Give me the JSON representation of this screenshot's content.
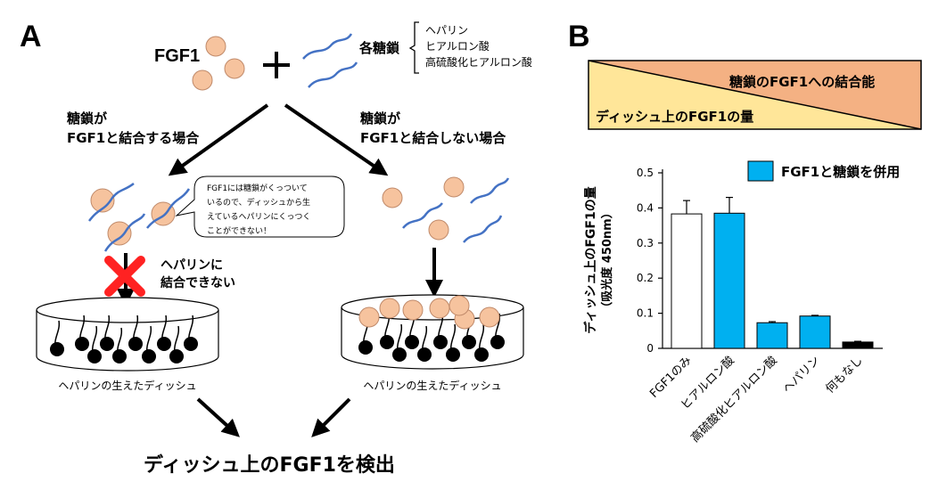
{
  "panel_a": {
    "label": "A",
    "fgf1": "FGF1",
    "plus": "+",
    "sugar_label": "各糖鎖",
    "sugar_types": [
      "ヘパリン",
      "ヒアルロン酸",
      "高硫酸化ヒアルロン酸"
    ],
    "left_case": [
      "糖鎖が",
      "FGF1と結合する場合"
    ],
    "right_case": [
      "糖鎖が",
      "FGF1と結合しない場合"
    ],
    "speech": [
      "FGF1には糖鎖がくっついて",
      "いるので、ディッシュから生",
      "えているヘパリンにくっつく",
      "ことができない！"
    ],
    "cannot_bind": [
      "ヘパリンに",
      "結合できない"
    ],
    "dish_label_left": "ヘパリンの生えたディッシュ",
    "dish_label_right": "ヘパリンの生えたディッシュ",
    "bottom_text": "ディッシュ上のFGF1を検出"
  },
  "panel_b": {
    "label": "B",
    "wedge_top": "糖鎖のFGF1への結合能",
    "wedge_bottom": "ディッシュ上のFGF1の量"
  },
  "colors": {
    "fgf1_fill": "#f6c39e",
    "sugar_chain": "#4472c4",
    "bar_blue": "#00b0f0",
    "wedge_orange": "#f4b183",
    "wedge_yellow": "#ffe699",
    "cross_red": "#ff2222"
  },
  "chart_data": {
    "type": "bar",
    "categories": [
      "FGF1のみ",
      "ヒアルロン酸",
      "高硫酸化ヒアルロン酸",
      "ヘパリン",
      "何もなし"
    ],
    "values": [
      0.383,
      0.385,
      0.073,
      0.092,
      0.018
    ],
    "errors": [
      0.038,
      0.045,
      0.003,
      0.002,
      0.002
    ],
    "bar_colors": [
      "#ffffff",
      "#00b0f0",
      "#00b0f0",
      "#00b0f0",
      "#000000"
    ],
    "ylabel": [
      "ディッシュ上のFGF1の量",
      "（吸光度 450nm）"
    ],
    "ylim": [
      0,
      0.5
    ],
    "yticks": [
      "0",
      "0.1",
      "0.2",
      "0.3",
      "0.4",
      "0.5"
    ],
    "legend": "FGF1と糖鎖を併用",
    "legend_position": "top-right"
  }
}
